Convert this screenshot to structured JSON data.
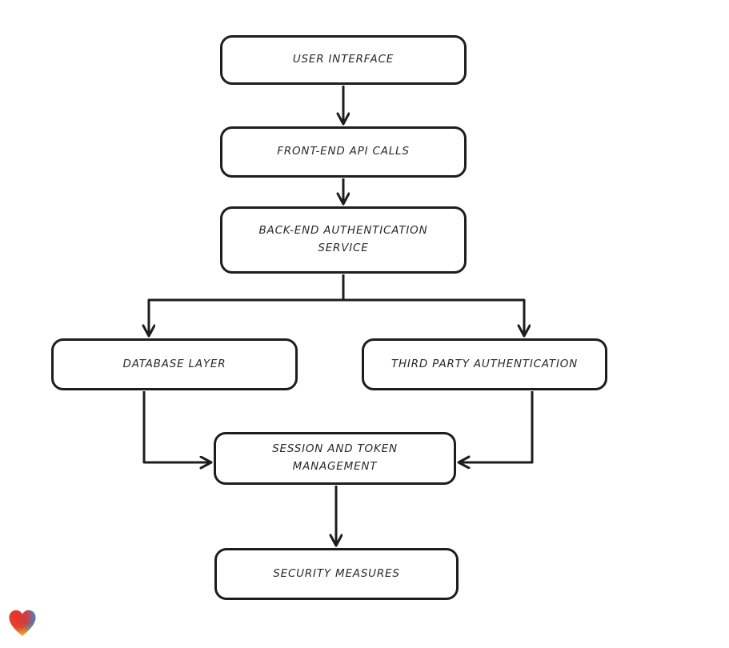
{
  "canvas": {
    "background": "#ffffff",
    "stroke_color": "#1d1d1d",
    "text_color": "#2a2a2a",
    "node_fill": "#ffffff"
  },
  "diagram": {
    "type": "flowchart",
    "direction": "top-down",
    "nodes": [
      {
        "id": "user_interface",
        "label": "USER INTERFACE"
      },
      {
        "id": "front_end_api_calls",
        "label": "FRONT-END API CALLS"
      },
      {
        "id": "back_end_authentication_service",
        "label": "BACK-END AUTHENTICATION SERVICE"
      },
      {
        "id": "database_layer",
        "label": "DATABASE LAYER"
      },
      {
        "id": "third_party_authentication",
        "label": "THIRD PARTY AUTHENTICATION"
      },
      {
        "id": "session_and_token_management",
        "label": "SESSION AND TOKEN MANAGEMENT"
      },
      {
        "id": "security_measures",
        "label": "SECURITY MEASURES"
      }
    ],
    "edges": [
      {
        "from": "user_interface",
        "to": "front_end_api_calls"
      },
      {
        "from": "front_end_api_calls",
        "to": "back_end_authentication_service"
      },
      {
        "from": "back_end_authentication_service",
        "to": "database_layer"
      },
      {
        "from": "back_end_authentication_service",
        "to": "third_party_authentication"
      },
      {
        "from": "database_layer",
        "to": "session_and_token_management"
      },
      {
        "from": "third_party_authentication",
        "to": "session_and_token_management"
      },
      {
        "from": "session_and_token_management",
        "to": "security_measures"
      }
    ]
  },
  "logo": {
    "name": "heart-gradient-logo",
    "colors": {
      "red": "#e5332d",
      "blue": "#2a9cd8",
      "deep_blue": "#3d6bd2",
      "green": "#6ab54e",
      "orange": "#f69f2d"
    }
  }
}
